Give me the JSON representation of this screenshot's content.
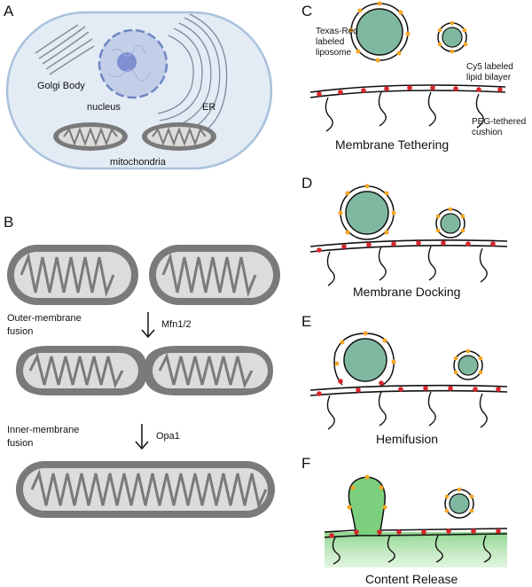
{
  "panels": {
    "a": {
      "letter": "A",
      "labels": {
        "golgi": "Golgi Body",
        "nucleus": "nucleus",
        "er": "ER",
        "mito": "mitochondria"
      }
    },
    "b": {
      "letter": "B",
      "step1": {
        "line1": "Outer-membrane",
        "line2": "fusion",
        "protein": "Mfn1/2"
      },
      "step2": {
        "line1": "Inner-membrane",
        "line2": "fusion",
        "protein": "Opa1"
      }
    },
    "c": {
      "letter": "C",
      "caption": "Membrane Tethering",
      "labels": {
        "liposome_1": "Texas-Red",
        "liposome_2": "labeled",
        "liposome_3": "liposome",
        "bilayer_1": "Cy5 labeled",
        "bilayer_2": "lipid bilayer",
        "cushion_1": "PEG-tethered",
        "cushion_2": "cushion"
      }
    },
    "d": {
      "letter": "D",
      "caption": "Membrane Docking"
    },
    "e": {
      "letter": "E",
      "caption": "Hemifusion"
    },
    "f": {
      "letter": "F",
      "caption": "Content Release"
    }
  },
  "colors": {
    "cell_fill": "#e3ecf5",
    "cell_stroke": "#a9c1dc",
    "nucleus_fill": "#c3cfe8",
    "nucleolus": "#7f8fd2",
    "mito_outer": "#7a7a7a",
    "mito_inner": "#dcdcdc",
    "liposome_fill": "#7fb8a0",
    "orange_dot": "#f5a623",
    "red_dot": "#d9262b",
    "content_green": "#7ccf7c"
  }
}
